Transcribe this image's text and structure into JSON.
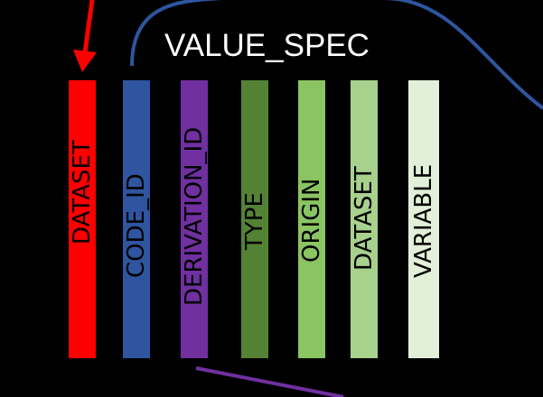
{
  "diagram": {
    "title": "VALUE_SPEC",
    "columns": [
      {
        "label": "DATASET",
        "fill": "#ff0000",
        "text_color": "#000000"
      },
      {
        "label": "CODE_ID",
        "fill": "#2f55a0",
        "text_color": "#000000"
      },
      {
        "label": "DERIVATION_ID",
        "fill": "#7030a0",
        "text_color": "#000000"
      },
      {
        "label": "TYPE",
        "fill": "#548235",
        "text_color": "#000000"
      },
      {
        "label": "ORIGIN",
        "fill": "#8bc462",
        "text_color": "#000000"
      },
      {
        "label": "DATASET",
        "fill": "#a9d18e",
        "text_color": "#000000"
      },
      {
        "label": "VARIABLE",
        "fill": "#e2f0d9",
        "text_color": "#000000"
      }
    ],
    "connector_colors": {
      "arrow": "#ff0000",
      "curve": "#2f55a0",
      "bottom_line": "#7030a0"
    }
  }
}
